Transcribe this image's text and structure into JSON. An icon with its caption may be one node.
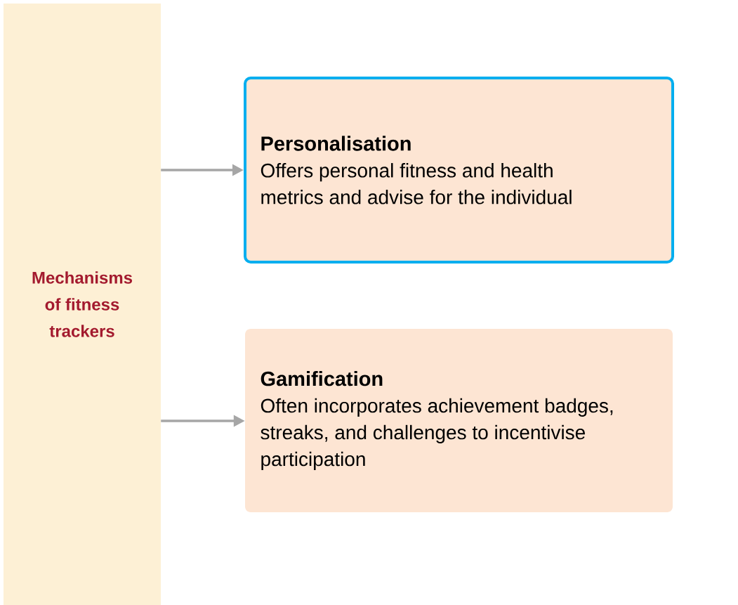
{
  "diagram": {
    "nodes": [
      {
        "text": [
          "Mechanisms of fitness trackers"
        ]
      },
      {
        "text": [
          "Personalisation",
          "Offers personal fitness and health metrics and advise for the individual"
        ]
      },
      {
        "text": [
          "Gamification",
          "Often incorporates achievement badges, streaks, and challenges to incentivise participation"
        ]
      }
    ],
    "edges": [
      {
        "from": 0,
        "to": 1,
        "arrow": "to"
      },
      {
        "from": 0,
        "to": 2,
        "arrow": "to"
      }
    ]
  }
}
